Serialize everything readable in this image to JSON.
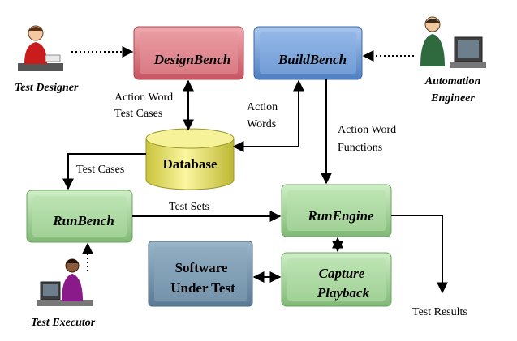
{
  "boxes": {
    "design_bench": "DesignBench",
    "build_bench": "BuildBench",
    "run_bench": "RunBench",
    "run_engine": "RunEngine",
    "software_under_test": [
      "Software",
      "Under Test"
    ],
    "capture_playback": [
      "Capture",
      "Playback"
    ],
    "database": "Database"
  },
  "actors": {
    "test_designer": "Test Designer",
    "automation_engineer": [
      "Automation",
      "Engineer"
    ],
    "test_executor": "Test Executor"
  },
  "edge_labels": {
    "action_word_test_cases": [
      "Action Word",
      "Test Cases"
    ],
    "action_words": [
      "Action",
      "Words"
    ],
    "action_word_functions": [
      "Action Word",
      "Functions"
    ],
    "test_cases": "Test Cases",
    "test_sets": "Test Sets",
    "test_results": "Test Results"
  },
  "colors": {
    "design_bench": "#d9767e",
    "build_bench": "#6f9fd8",
    "green_box": "#9fcf95",
    "software_box": "#6f8fa8",
    "database": "#e6e25a"
  }
}
